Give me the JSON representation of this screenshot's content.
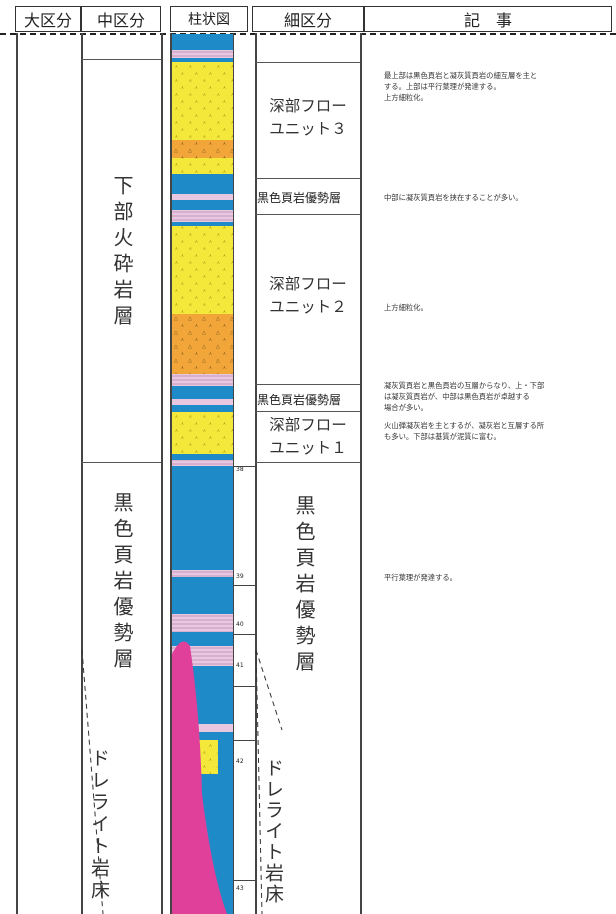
{
  "header": {
    "major": "大区分",
    "middle": "中区分",
    "column": "柱状図",
    "fine": "細区分",
    "notes": "記　事"
  },
  "middle_units": {
    "lower": "下部火砕岩層",
    "black": "黒色頁岩優勢層",
    "dolerite": "ドレライト岩床"
  },
  "fine_units": {
    "deep3_line1": "深部フロー",
    "deep3_line2": "ユニット３",
    "black_upper": "黒色頁岩優勢層",
    "deep2_line1": "深部フロー",
    "deep2_line2": "ユニット２",
    "black_mid": "黒色頁岩優勢層",
    "deep1_line1": "深部フロー",
    "deep1_line2": "ユニット１",
    "black_main": "黒色頁岩優勢層",
    "dolerite": "ドレライト岩床"
  },
  "notes": {
    "n1_l1": "最上部は黒色頁岩と凝灰質頁岩の細互層を主と",
    "n1_l2": "する。上部は平行葉理が発達する。",
    "n1_l3": "上方細粒化。",
    "n2": "中部に凝灰質頁岩を挟在することが多い。",
    "n3": "上方細粒化。",
    "n4_l1": "凝灰質頁岩と黒色頁岩の互層からなり、上・下部",
    "n4_l2": "は凝灰質頁岩が、中部は黒色頁岩が卓越する",
    "n4_l3": "場合が多い。",
    "n5_l1": "火山弾凝灰岩を主とするが、凝灰岩と互層する所",
    "n5_l2": "も多い。下部は基質が泥質に富む。",
    "n6": "平行葉理が発達する。"
  },
  "depth_marks": [
    "38",
    "39",
    "40",
    "41",
    "42",
    "43"
  ],
  "colors": {
    "shale_blue": "#1e8ac8",
    "tuff_yellow": "#f4e83a",
    "breccia_orange": "#f2a63a",
    "shale_pink": "#e8c8e0",
    "dolerite_magenta": "#e0409a"
  }
}
